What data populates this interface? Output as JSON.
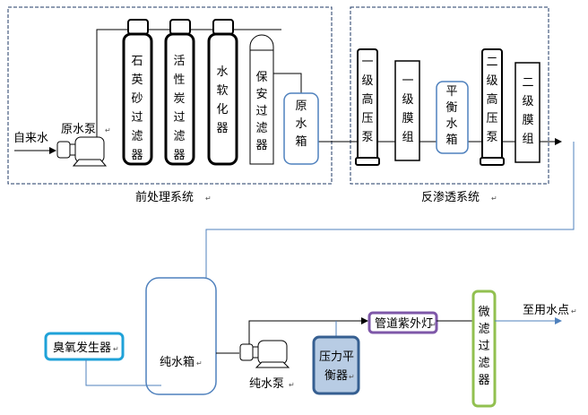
{
  "sections": {
    "pretreatment": "前处理系统",
    "reverse_osmosis": "反渗透系统"
  },
  "inlet": "自来水",
  "raw_pump": "原水泵",
  "vessels": {
    "quartz_filter": [
      "石",
      "英",
      "砂",
      "过",
      "滤",
      "器"
    ],
    "carbon_filter": [
      "活",
      "性",
      "炭",
      "过",
      "滤",
      "器"
    ],
    "softener": [
      "水",
      "软",
      "化",
      "器"
    ],
    "security_filter": [
      "保",
      "安",
      "过",
      "滤",
      "器"
    ],
    "raw_tank": [
      "原",
      "水",
      "箱"
    ],
    "hp_pump_1": [
      "一",
      "级",
      "高",
      "压",
      "泵"
    ],
    "membrane_1": [
      "一",
      "级",
      "膜",
      "组"
    ],
    "balance_tank": [
      "平",
      "衡",
      "水",
      "箱"
    ],
    "hp_pump_2": [
      "二",
      "级",
      "高",
      "压",
      "泵"
    ],
    "membrane_2": [
      "二",
      "级",
      "膜",
      "组"
    ]
  },
  "pure_tank": "纯水箱",
  "ozone": "臭氧发生器",
  "pure_pump": "纯水泵",
  "pressure_balancer": [
    "压力平",
    "衡器"
  ],
  "uv_lamp": "管道紫外灯",
  "micro_filter": [
    "微",
    "滤",
    "过",
    "滤",
    "器"
  ],
  "outlet": "至用水点",
  "colors": {
    "line": "#4f81bd",
    "dashed_border": "#1f3864",
    "uv_border": "#7e57a8",
    "micro_border": "#92c050",
    "ozone_border": "#1fa2d8",
    "balancer_fill": "#b8cce4",
    "balancer_border": "#365f91",
    "tank_border": "#4f81bd"
  }
}
